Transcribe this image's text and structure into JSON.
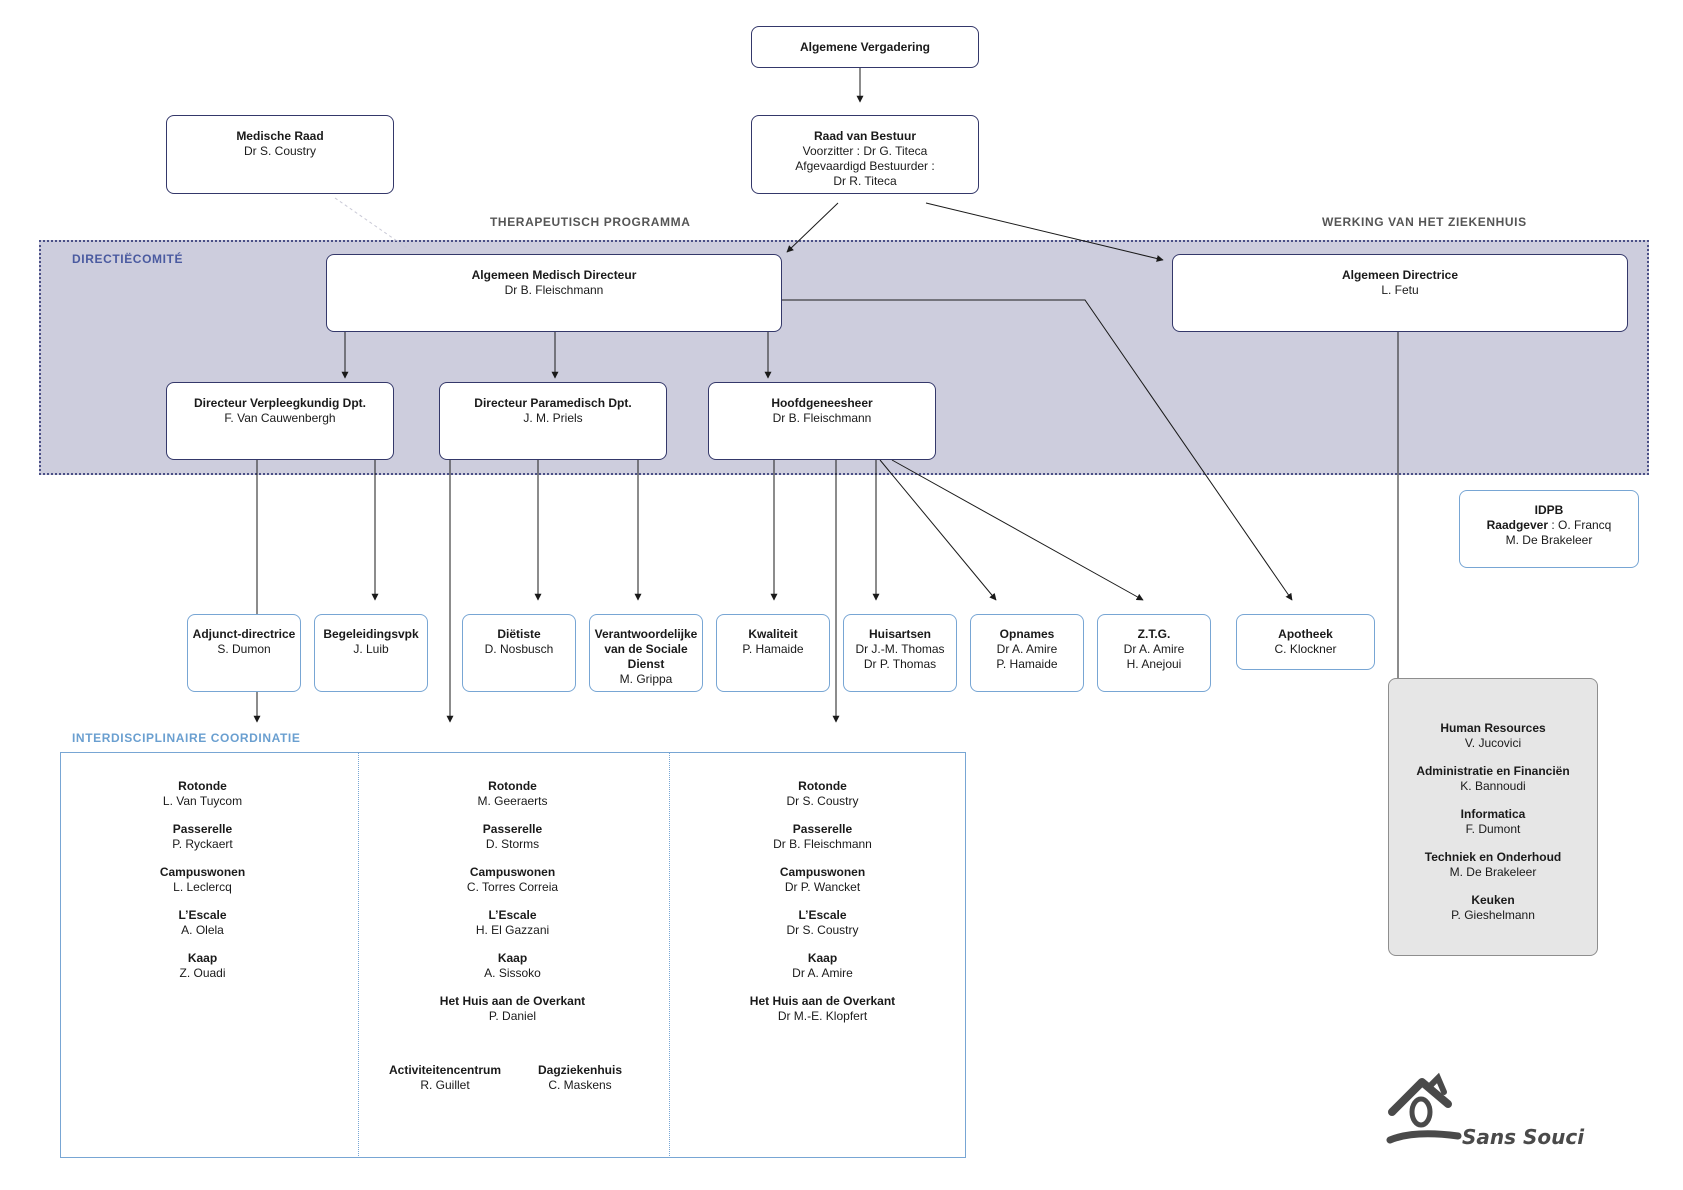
{
  "top": {
    "algemene_vergadering": "Algemene Vergadering",
    "raad_title": "Raad van Bestuur",
    "raad_line1": "Voorzitter :  Dr G. Titeca",
    "raad_line2": "Afgevaardigd Bestuurder :",
    "raad_line3": "Dr R. Titeca",
    "medische_raad_title": "Medische Raad",
    "medische_raad_name": "Dr S. Coustry"
  },
  "section_labels": {
    "therapeutisch": "THERAPEUTISCH PROGRAMMA",
    "werking": "WERKING VAN HET ZIEKENHUIS",
    "directiecomite": "DIRECTIËCOMITÉ",
    "interdisciplinair": "INTERDISCIPLINAIRE COORDINATIE"
  },
  "directie": {
    "medisch_title": "Algemeen Medisch Directeur",
    "medisch_name": "Dr B. Fleischmann",
    "directrice_title": "Algemeen Directrice",
    "directrice_name": "L. Fetu",
    "verpleeg_title": "Directeur Verpleegkundig Dpt.",
    "verpleeg_name": "F. Van Cauwenbergh",
    "paramedisch_title": "Directeur Paramedisch Dpt.",
    "paramedisch_name": "J. M. Priels",
    "hoofd_title": "Hoofdgeneesheer",
    "hoofd_name": "Dr B. Fleischmann"
  },
  "idpb": {
    "title": "IDPB",
    "raadgever_label": "Raadgever",
    "raadgever_rest": " :  O. Francq",
    "name2": "M. De Brakeleer"
  },
  "services": [
    {
      "title": "Adjunct-directrice",
      "lines": [
        "S. Dumon"
      ]
    },
    {
      "title": "Begeleidingsvpk",
      "lines": [
        "J. Luib"
      ]
    },
    {
      "title": "Diëtiste",
      "lines": [
        "D. Nosbusch"
      ]
    },
    {
      "title": "Verantwoordelijke van de Sociale Dienst",
      "lines": [
        "M. Grippa"
      ]
    },
    {
      "title": "Kwaliteit",
      "lines": [
        "P. Hamaide"
      ]
    },
    {
      "title": "Huisartsen",
      "lines": [
        "Dr J.-M. Thomas",
        "Dr P. Thomas"
      ]
    },
    {
      "title": "Opnames",
      "lines": [
        "Dr A. Amire",
        "P. Hamaide"
      ]
    },
    {
      "title": "Z.T.G.",
      "lines": [
        "Dr A. Amire",
        "H. Anejoui"
      ]
    },
    {
      "title": "Apotheek",
      "lines": [
        "C. Klockner"
      ]
    }
  ],
  "ops": [
    {
      "title": "Human Resources",
      "name": "V. Jucovici"
    },
    {
      "title": "Administratie en Financiën",
      "name": "K. Bannoudi"
    },
    {
      "title": "Informatica",
      "name": "F. Dumont"
    },
    {
      "title": "Techniek en Onderhoud",
      "name": "M. De Brakeleer"
    },
    {
      "title": "Keuken",
      "name": "P. Gieshelmann"
    }
  ],
  "coordination": [
    [
      {
        "title": "Rotonde",
        "name": "L. Van Tuycom"
      },
      {
        "title": "Passerelle",
        "name": "P. Ryckaert"
      },
      {
        "title": "Campuswonen",
        "name": "L. Leclercq"
      },
      {
        "title": "L’Escale",
        "name": "A. Olela"
      },
      {
        "title": "Kaap",
        "name": "Z. Ouadi"
      }
    ],
    [
      {
        "title": "Rotonde",
        "name": "M. Geeraerts"
      },
      {
        "title": "Passerelle",
        "name": "D. Storms"
      },
      {
        "title": "Campuswonen",
        "name": "C. Torres Correia"
      },
      {
        "title": "L’Escale",
        "name": "H. El Gazzani"
      },
      {
        "title": "Kaap",
        "name": "A. Sissoko"
      },
      {
        "title": "Het Huis aan de Overkant",
        "name": "P. Daniel"
      }
    ],
    [
      {
        "title": "Rotonde",
        "name": "Dr S. Coustry"
      },
      {
        "title": "Passerelle",
        "name": "Dr B. Fleischmann"
      },
      {
        "title": "Campuswonen",
        "name": "Dr P. Wancket"
      },
      {
        "title": "L’Escale",
        "name": "Dr S. Coustry"
      },
      {
        "title": "Kaap",
        "name": "Dr A. Amire"
      },
      {
        "title": "Het Huis aan de Overkant",
        "name": "Dr M.-E. Klopfert"
      }
    ]
  ],
  "sub_units": [
    {
      "title": "Activiteitencentrum",
      "name": "R. Guillet"
    },
    {
      "title": "Dagziekenhuis",
      "name": "C. Maskens"
    }
  ],
  "logo": {
    "text": "Sans Souci"
  },
  "colors": {
    "dark_border": "#34386a",
    "light_border": "#78a6d4",
    "band_fill": "#cdcddd",
    "label_blue": "#4a5aa0",
    "label_lightblue": "#6a9fd0"
  }
}
